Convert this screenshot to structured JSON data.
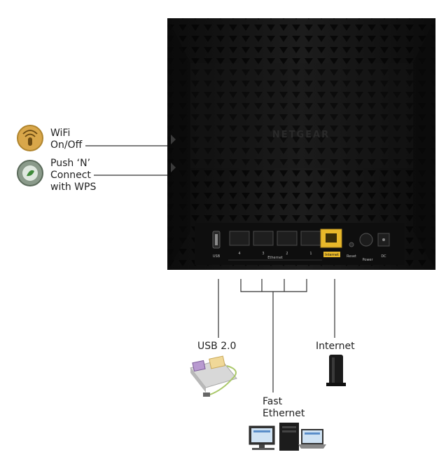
{
  "router": {
    "brand": "NETGEAR",
    "port_labels": {
      "usb": "USB",
      "lan": [
        "4",
        "3",
        "2",
        "1"
      ],
      "ethernet": "Ethernet",
      "internet": "Internet",
      "reset": "Reset",
      "power": "Power",
      "dc": "DC"
    }
  },
  "callouts": {
    "wifi": {
      "line1": "WiFi",
      "line2": "On/Off"
    },
    "wps": {
      "line1": "Push ‘N’",
      "line2": "Connect",
      "line3": "with WPS"
    },
    "usb": "USB 2.0",
    "internet": "Internet",
    "ethernet": {
      "line1": "Fast",
      "line2": "Ethernet"
    }
  },
  "colors": {
    "router_body": "#151515",
    "internet_port": "#e8b82a",
    "wifi_icon": "#d9a74a",
    "wps_icon": "#6e8a5a"
  }
}
